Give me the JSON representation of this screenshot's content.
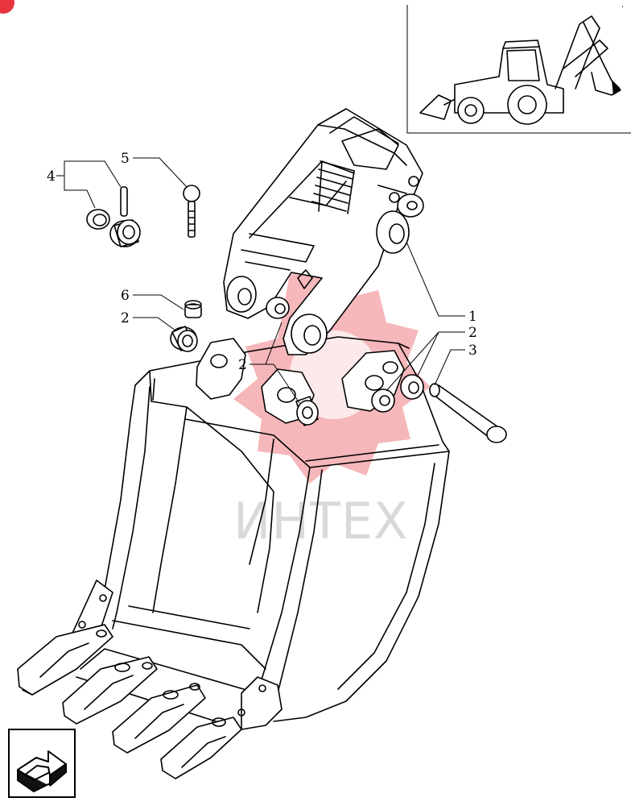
{
  "watermark": {
    "text": "ИНТЕХ",
    "color": "#e8343c"
  },
  "callouts": {
    "c1": "1",
    "c2a": "2",
    "c2b": "2",
    "c2c": "2",
    "c3": "3",
    "c4": "4",
    "c5": "5",
    "c6": "6"
  },
  "icons": {
    "corner_badge": "red-corner-badge-icon",
    "nav": "navigation-arrow-icon",
    "thumbnail": "backhoe-loader-thumbnail"
  }
}
